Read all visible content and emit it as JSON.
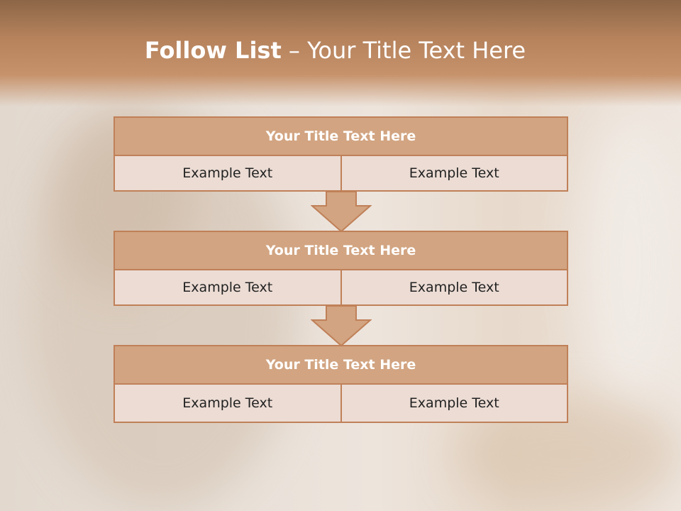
{
  "title": {
    "bold": "Follow List",
    "rest": " – Your Title Text Here"
  },
  "steps": [
    {
      "title": "Your Title Text Here",
      "left": "Example Text",
      "right": "Example Text"
    },
    {
      "title": "Your Title Text Here",
      "left": "Example Text",
      "right": "Example Text"
    },
    {
      "title": "Your Title Text Here",
      "left": "Example Text",
      "right": "Example Text"
    }
  ],
  "colors": {
    "header_fill": "#d2a481",
    "border": "#c08058",
    "cell_fill": "#ecdcd4",
    "arrow_fill": "#d2a481"
  }
}
